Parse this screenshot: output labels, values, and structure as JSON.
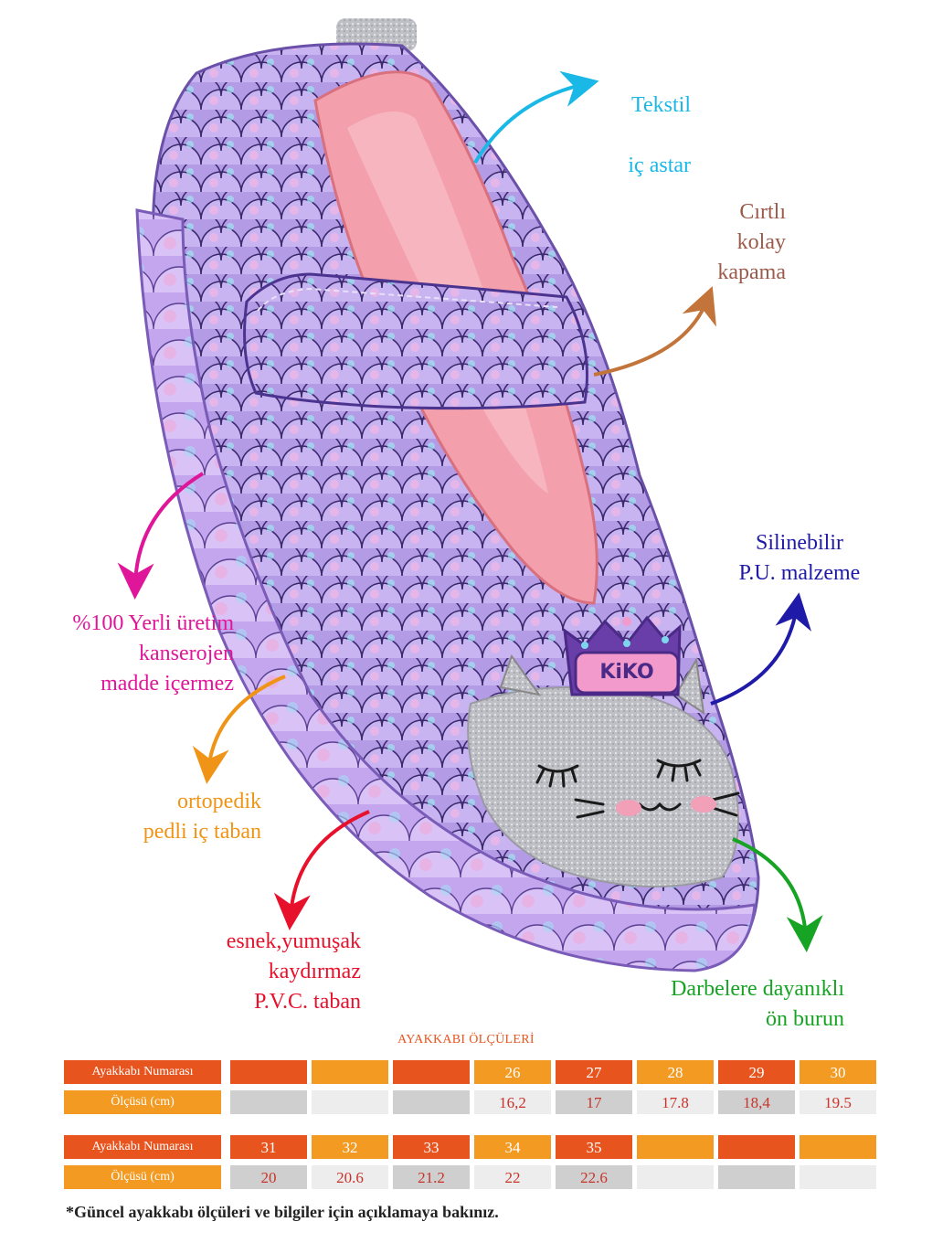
{
  "callouts": {
    "lining": {
      "line1": "Tekstil",
      "line2": "iç astar",
      "color": "#1ab8e6"
    },
    "velcro": {
      "text": "Cırtlı\nkolay\nkapama",
      "color": "#9b5a4a"
    },
    "pu": {
      "text": "Silinebilir\nP.U. malzeme",
      "color": "#1f1aa8"
    },
    "local": {
      "text": "%100 Yerli üretim\nkanserojen\nmadde içermez",
      "color": "#e0169a"
    },
    "insole": {
      "text": "ortopedik\npedli iç taban",
      "color": "#ef9416"
    },
    "sole": {
      "text": "esnek,yumuşak\nkaydırmaz\nP.V.C. taban",
      "color": "#e8112c"
    },
    "toe": {
      "text": "Darbelere dayanıklı\nön burun",
      "color": "#17a324"
    }
  },
  "badge": {
    "text": "KiKO"
  },
  "size_table": {
    "title": "AYAKKABI ÖLÇÜLERİ",
    "size_label": "Ayakkabı Numarası",
    "measure_label": "Ölçüsü (cm)",
    "row1": {
      "sizes": [
        "",
        "",
        "",
        "26",
        "27",
        "28",
        "29",
        "30"
      ],
      "measures": [
        "",
        "",
        "",
        "16,2",
        "17",
        "17.8",
        "18,4",
        "19.5"
      ]
    },
    "row2": {
      "sizes": [
        "31",
        "32",
        "33",
        "34",
        "35",
        "",
        "",
        ""
      ],
      "measures": [
        "20",
        "20.6",
        "21.2",
        "22",
        "22.6",
        "",
        "",
        ""
      ]
    },
    "colors": {
      "red": "#e8541e",
      "orange": "#f29a22",
      "grey": "#cfcfcf",
      "light": "#ededed"
    }
  },
  "footnote": "*Güncel ayakkabı ölçüleri ve bilgiler için açıklamaya bakınız."
}
